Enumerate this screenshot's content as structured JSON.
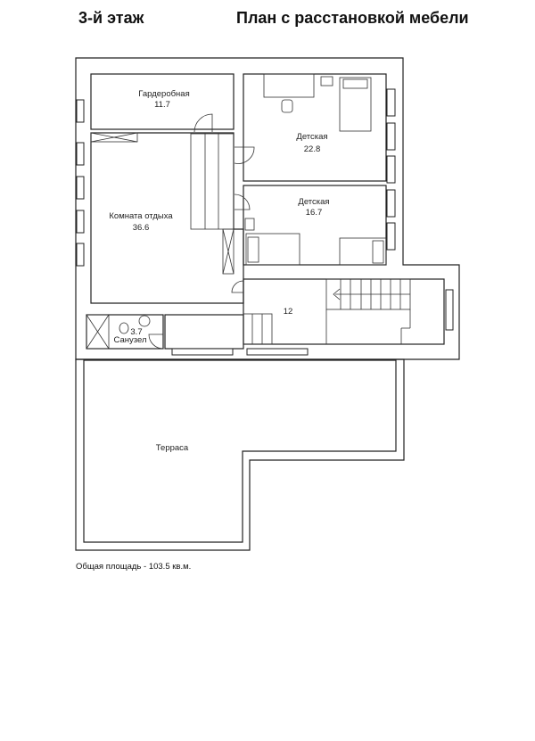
{
  "header": {
    "floor": "3-й этаж",
    "plan_title": "План с расстановкой мебели"
  },
  "rooms": [
    {
      "name": "Гардеробная",
      "area": "11.7"
    },
    {
      "name": "Детская",
      "area": "22.8"
    },
    {
      "name": "Детская",
      "area": "16.7"
    },
    {
      "name": "Комната отдыха",
      "area": "36.6"
    },
    {
      "name": "",
      "area": "12"
    },
    {
      "name": "Санузел",
      "area": "3.7"
    },
    {
      "name": "Терраса",
      "area": ""
    }
  ],
  "footer": {
    "total_area": "Общая площадь - 103.5 кв.м."
  }
}
